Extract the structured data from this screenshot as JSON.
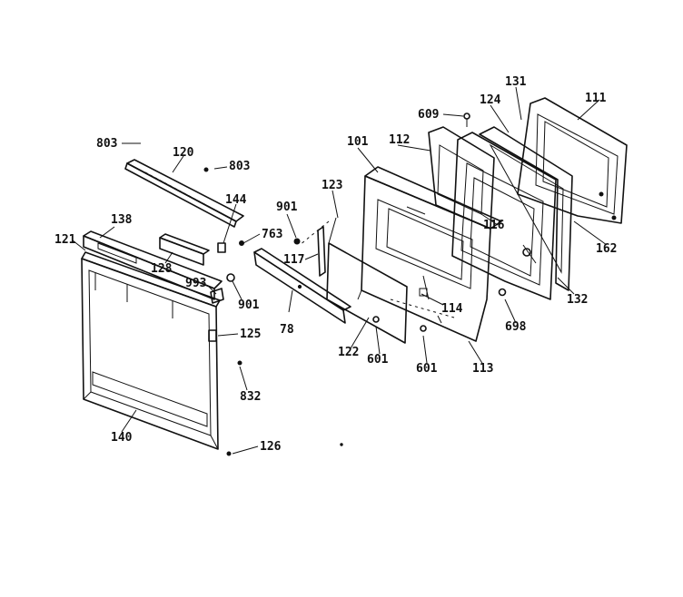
{
  "labels": {
    "l803a": "803",
    "l120": "120",
    "l803b": "803",
    "l138": "138",
    "l121": "121",
    "l128": "128",
    "l144": "144",
    "l763": "763",
    "l993": "993",
    "l901a": "901",
    "l125": "125",
    "l832": "832",
    "l140": "140",
    "l126": "126",
    "l901b": "901",
    "l117": "117",
    "l78": "78",
    "l123": "123",
    "l101": "101",
    "l112": "112",
    "l609": "609",
    "l124": "124",
    "l131": "131",
    "l111": "111",
    "l116": "116",
    "l162": "162",
    "l132": "132",
    "l114": "114",
    "l698": "698",
    "l122": "122",
    "l601a": "601",
    "l601b": "601",
    "l113": "113"
  }
}
